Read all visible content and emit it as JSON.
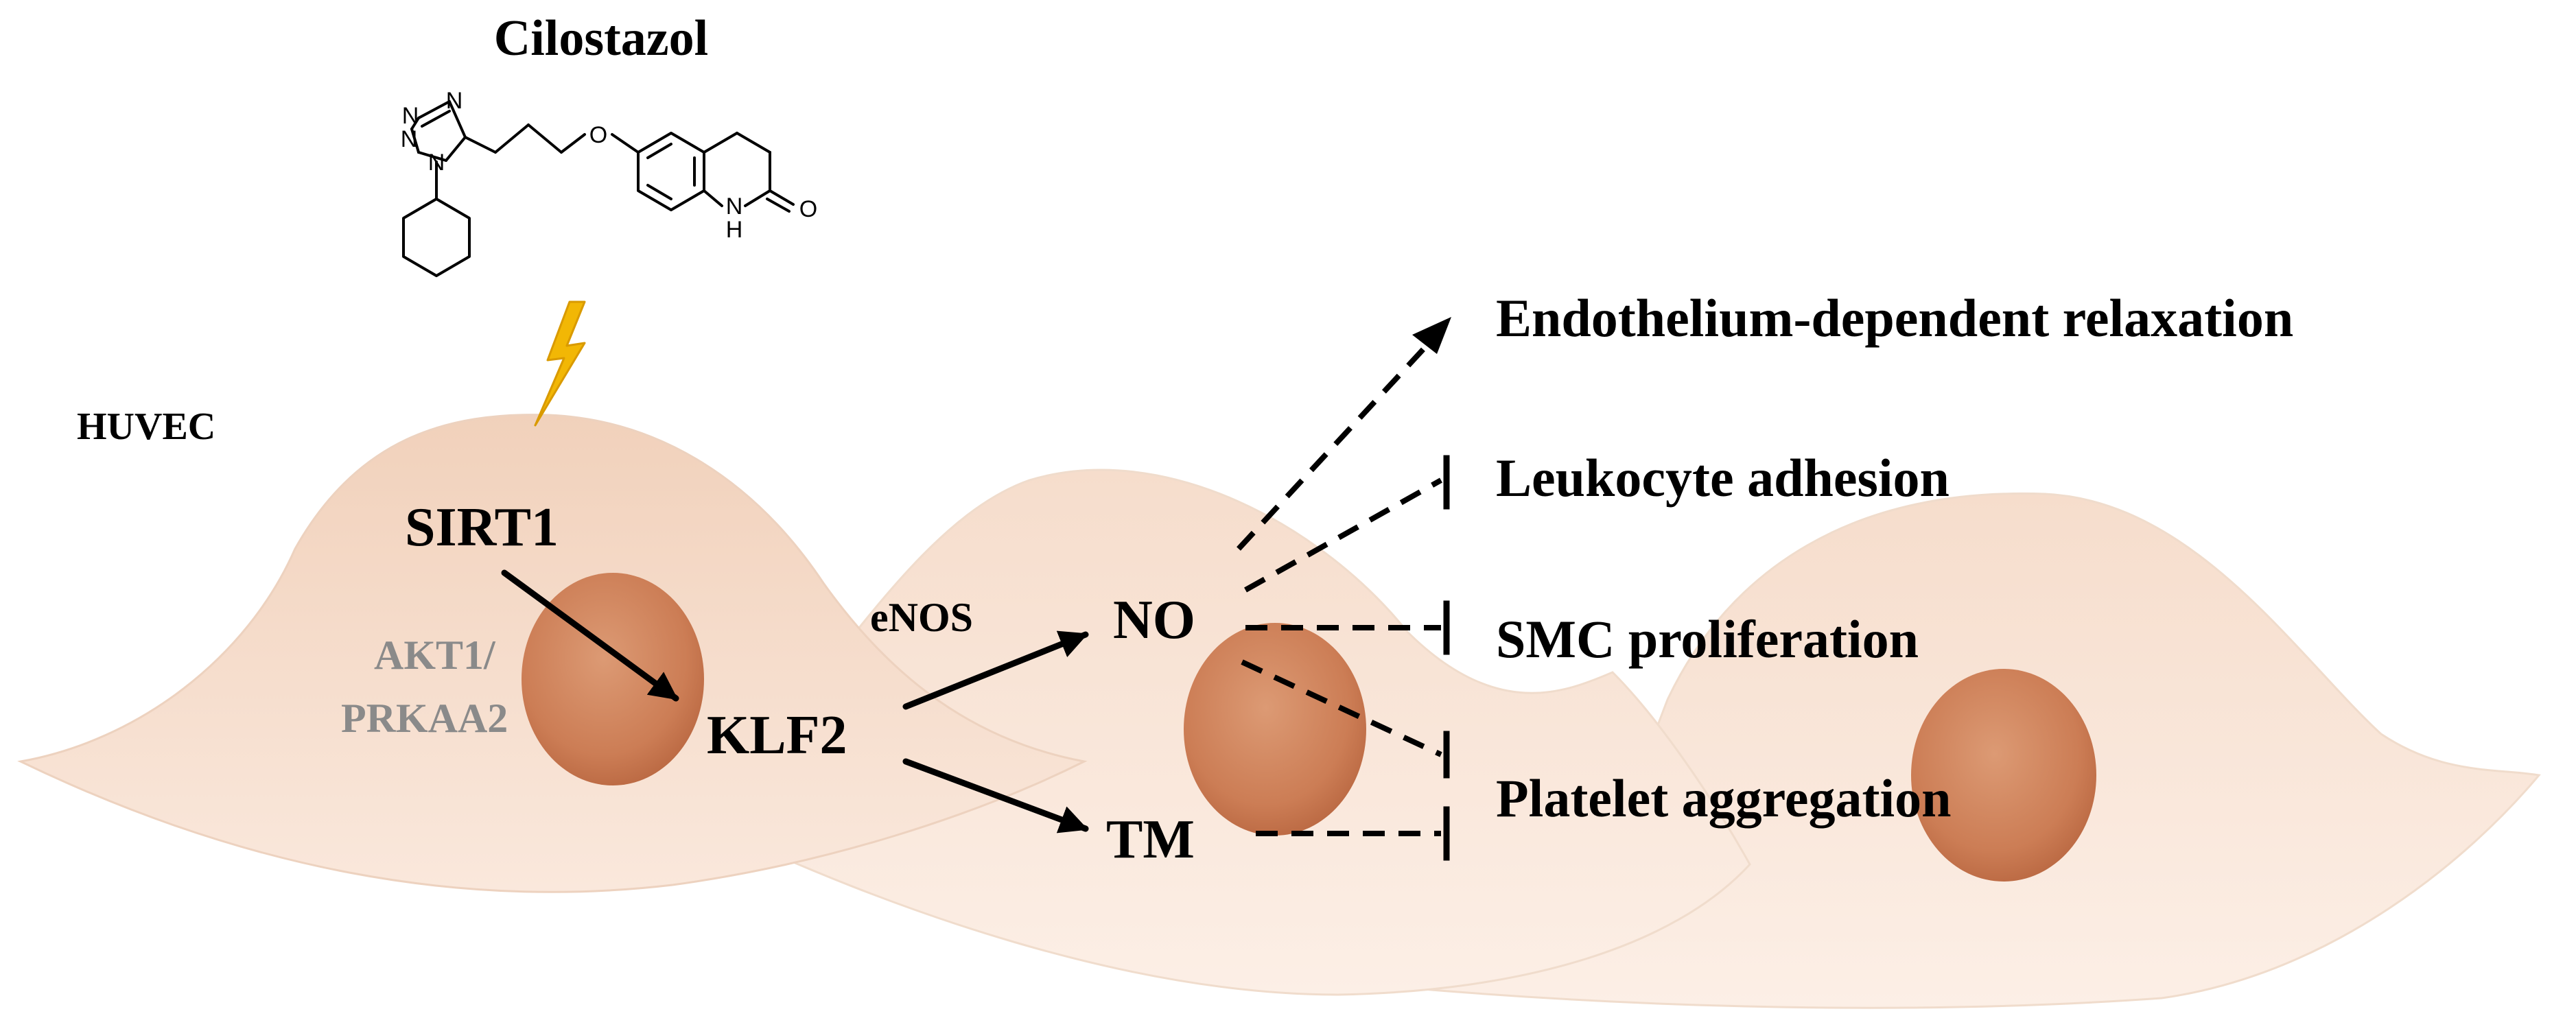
{
  "drug": {
    "name": "Cilostazol",
    "structure_atoms": {
      "n1": "N",
      "n2": "N",
      "n3": "N",
      "n4": "N",
      "o_ether": "O",
      "nh": "N",
      "h": "H",
      "o_carbonyl": "O"
    }
  },
  "cell_label": "HUVEC",
  "nodes": {
    "sirt1": "SIRT1",
    "akt_line1": "AKT1/",
    "akt_line2": "PRKAA2",
    "klf2": "KLF2",
    "enos": "eNOS",
    "no": "NO",
    "tm": "TM"
  },
  "outcomes": {
    "relaxation": "Endothelium-dependent relaxation",
    "leukocyte": "Leukocyte adhesion",
    "smc": "SMC proliferation",
    "platelet": "Platelet aggregation"
  },
  "edges": [
    {
      "from": "SIRT1",
      "to": "KLF2",
      "style": "solid",
      "effect": "activation"
    },
    {
      "from": "KLF2",
      "to": "NO",
      "style": "solid",
      "effect": "activation"
    },
    {
      "from": "KLF2",
      "to": "TM",
      "style": "solid",
      "effect": "activation"
    },
    {
      "from": "NO",
      "to": "Endothelium-dependent relaxation",
      "style": "dashed",
      "effect": "activation"
    },
    {
      "from": "NO",
      "to": "Leukocyte adhesion",
      "style": "dashed",
      "effect": "inhibition"
    },
    {
      "from": "NO",
      "to": "SMC proliferation",
      "style": "dashed",
      "effect": "inhibition"
    },
    {
      "from": "NO",
      "to": "Platelet aggregation",
      "style": "dashed",
      "effect": "inhibition"
    },
    {
      "from": "TM",
      "to": "Platelet aggregation",
      "style": "dashed",
      "effect": "inhibition"
    }
  ],
  "colors": {
    "cell_fill": "#f5dccb",
    "nucleus": "#c97850",
    "bolt": "#f2b705",
    "text": "#000000",
    "muted_text": "#8a8a8a"
  }
}
